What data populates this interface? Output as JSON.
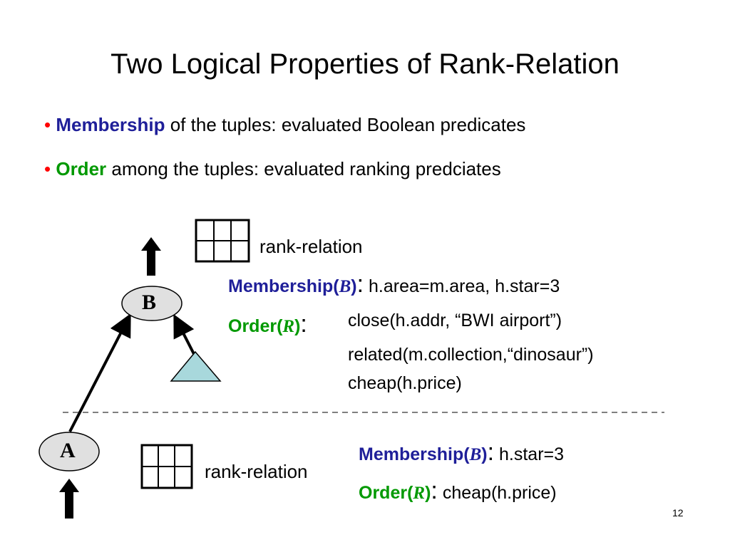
{
  "slide": {
    "title": "Two Logical Properties of Rank-Relation",
    "bullets": [
      {
        "marker": "•",
        "keyword": "Membership",
        "text": " of the tuples: evaluated Boolean predicates"
      },
      {
        "marker": "•",
        "keyword": "Order",
        "text": " among the tuples: evaluated ranking predciates"
      }
    ],
    "page_number": "12"
  },
  "upper": {
    "node_label": "B",
    "rank_relation_label": "rank-relation",
    "membership_keyword": "Membership(",
    "membership_symbol": "B",
    "membership_close": ")",
    "membership_colon": ":",
    "membership_value": "h.area=m.area, h.star=3",
    "order_keyword": "Order(",
    "order_symbol": "R",
    "order_close": ")",
    "order_colon": ":",
    "order_values": [
      "close(h.addr, “BWI airport”)",
      "related(m.collection,“dinosaur”)",
      "cheap(h.price)"
    ]
  },
  "lower": {
    "node_label": "A",
    "rank_relation_label": "rank-relation",
    "membership_keyword": "Membership(",
    "membership_symbol": "B",
    "membership_close": ")",
    "membership_colon": ":",
    "membership_value": "h.star=3",
    "order_keyword": "Order(",
    "order_symbol": "R",
    "order_close": ")",
    "order_colon": ":",
    "order_value": "cheap(h.price)"
  },
  "colors": {
    "bullet_marker": "#ff0000",
    "membership_keyword": "#1f1f99",
    "order_keyword": "#009900",
    "node_fill": "#e0e0e0",
    "triangle_fill": "#a8d8dc",
    "separator": "#555555"
  }
}
